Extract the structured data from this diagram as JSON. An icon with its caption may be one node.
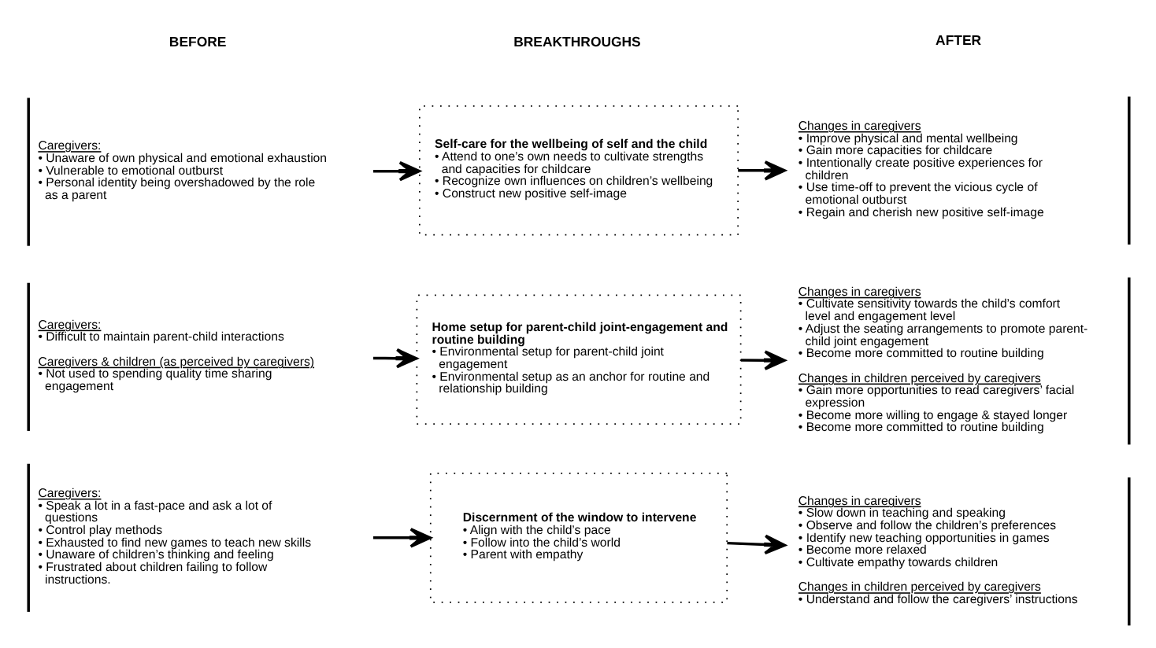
{
  "diagram": {
    "nodes": [
      {
        "text": [
          "Caregivers:",
          "• Unaware of own physical and emotional exhaustion",
          "• Vulnerable to emotional outburst",
          "• Personal identity being overshadowed by the role as a parent"
        ]
      },
      {
        "text": [
          "Self-care for the wellbeing of self and the child",
          "• Attend to one’s own needs to cultivate strengths and capacities for childcare",
          "• Recognize own influences on children’s wellbeing",
          "• Construct new positive self-image"
        ]
      },
      {
        "text": [
          "Changes in caregivers",
          "• Improve physical and mental wellbeing",
          "• Gain more capacities for childcare",
          "• Intentionally create positive experiences for children",
          "• Use time-off to prevent the vicious cycle of emotional outburst",
          "• Regain and cherish new positive self-image"
        ]
      },
      {
        "text": [
          "Caregivers:",
          "• Difficult to maintain parent-child interactions",
          "Caregivers & children (as perceived by caregivers)",
          "• Not used to spending quality time sharing engagement"
        ]
      },
      {
        "text": [
          "Home setup for parent-child joint-engagement and routine building",
          "• Environmental setup for parent-child joint engagement",
          "• Environmental setup as an anchor for routine and relationship building"
        ]
      },
      {
        "text": [
          "Changes in caregivers",
          "• Cultivate sensitivity towards the child’s comfort level and engagement level",
          "• Adjust the seating arrangements to promote parent-child joint engagement",
          "• Become more committed to routine building",
          "Changes in children perceived by caregivers",
          "• Gain more opportunities to read caregivers’ facial expression",
          "• Become more willing to engage & stayed longer",
          "• Become more committed to routine building"
        ]
      },
      {
        "text": [
          "Caregivers:",
          "• Speak a lot in a fast-pace and ask a lot of questions",
          "• Control play methods",
          "• Exhausted to find new games to teach new skills",
          "• Unaware of children’s thinking and feeling",
          "• Frustrated about children failing to follow instructions."
        ]
      },
      {
        "text": [
          "Discernment of the window to intervene",
          "• Align with the child’s pace",
          "• Follow into the child’s world",
          "• Parent with empathy"
        ]
      },
      {
        "text": [
          "Changes in caregivers",
          "• Slow down in teaching and speaking",
          "• Observe and follow the children’s preferences",
          "• Identify new teaching opportunities in games",
          "• Become more relaxed",
          "• Cultivate empathy towards children",
          "Changes in children perceived by caregivers",
          "• Understand and follow the caregivers’ instructions"
        ]
      }
    ],
    "edges": [
      {
        "from": 0,
        "to": 1,
        "arrow": "to"
      },
      {
        "from": 1,
        "to": 2,
        "arrow": "to"
      },
      {
        "from": 3,
        "to": 4,
        "arrow": "to"
      },
      {
        "from": 4,
        "to": 5,
        "arrow": "to"
      },
      {
        "from": 6,
        "to": 7,
        "arrow": "to"
      },
      {
        "from": 7,
        "to": 8,
        "arrow": "to"
      }
    ],
    "labels": [
      "BEFORE",
      "BREAKTHROUGHS",
      "AFTER"
    ]
  }
}
